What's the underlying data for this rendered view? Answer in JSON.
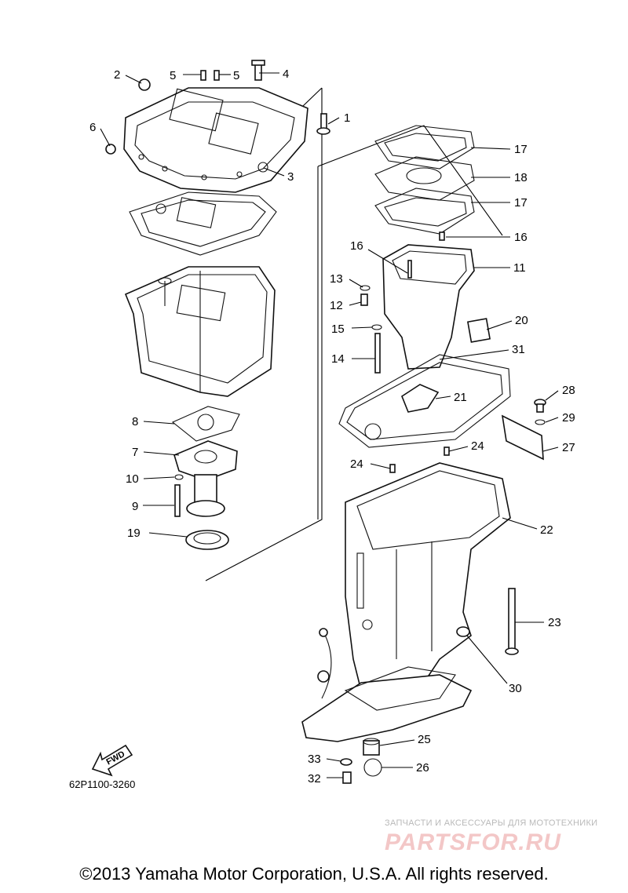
{
  "callouts": [
    "1",
    "2",
    "3",
    "4",
    "5",
    "5",
    "6",
    "7",
    "8",
    "9",
    "10",
    "11",
    "12",
    "13",
    "14",
    "15",
    "16",
    "16",
    "17",
    "17",
    "18",
    "19",
    "20",
    "21",
    "22",
    "23",
    "24",
    "24",
    "25",
    "26",
    "27",
    "28",
    "29",
    "30",
    "31",
    "32",
    "33"
  ],
  "fwd_label": "FWD",
  "catalog_code": "62P1100-3260",
  "watermark": {
    "tagline": "ЗАПЧАСТИ И АКСЕССУАРЫ ДЛЯ МОТОТЕХНИКИ",
    "logo_text": "PARTSFOR.RU"
  },
  "copyright": "©2013 Yamaha Motor Corporation, U.S.A. All rights reserved."
}
